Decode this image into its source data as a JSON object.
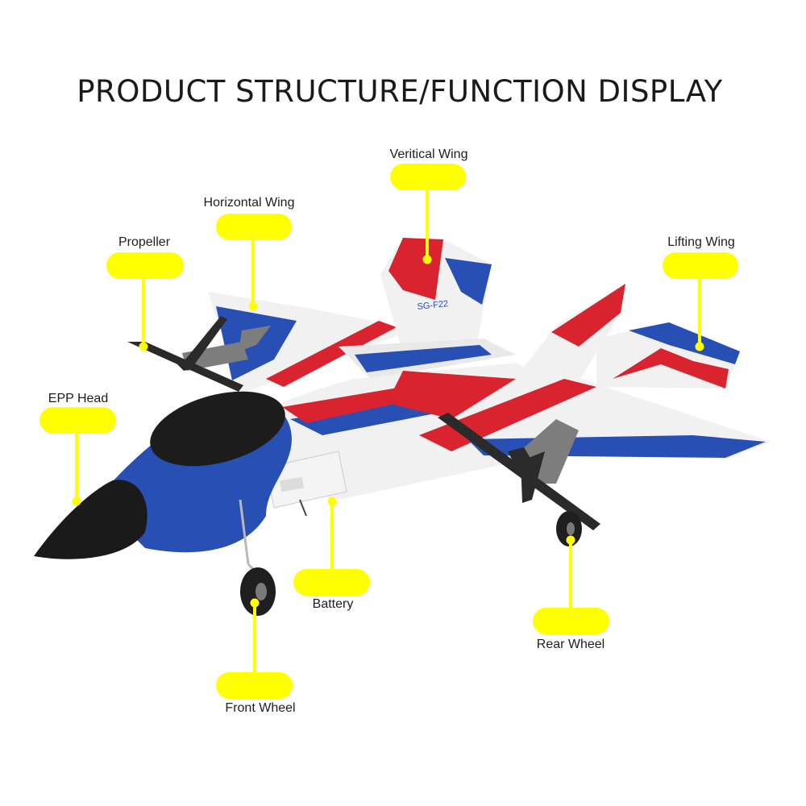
{
  "page": {
    "title": "PRODUCT STRUCTURE/FUNCTION DISPLAY"
  },
  "colors": {
    "callout": "#ffff00",
    "plane_white": "#f1f1f1",
    "plane_blue": "#2850b4",
    "plane_red": "#d9232e",
    "nose_black": "#1a1a1a",
    "propeller": "#2a2a2a",
    "motor_mount": "#7d7d7d"
  },
  "callouts": [
    {
      "id": "veritical-wing",
      "label": "Veritical Wing"
    },
    {
      "id": "horizontal-wing",
      "label": "Horizontal Wing"
    },
    {
      "id": "propeller",
      "label": "Propeller"
    },
    {
      "id": "lifting-wing",
      "label": "Lifting Wing"
    },
    {
      "id": "epp-head",
      "label": "EPP Head"
    },
    {
      "id": "battery",
      "label": "Battery"
    },
    {
      "id": "rear-wheel",
      "label": "Rear Wheel"
    },
    {
      "id": "front-wheel",
      "label": "Front Wheel"
    }
  ]
}
